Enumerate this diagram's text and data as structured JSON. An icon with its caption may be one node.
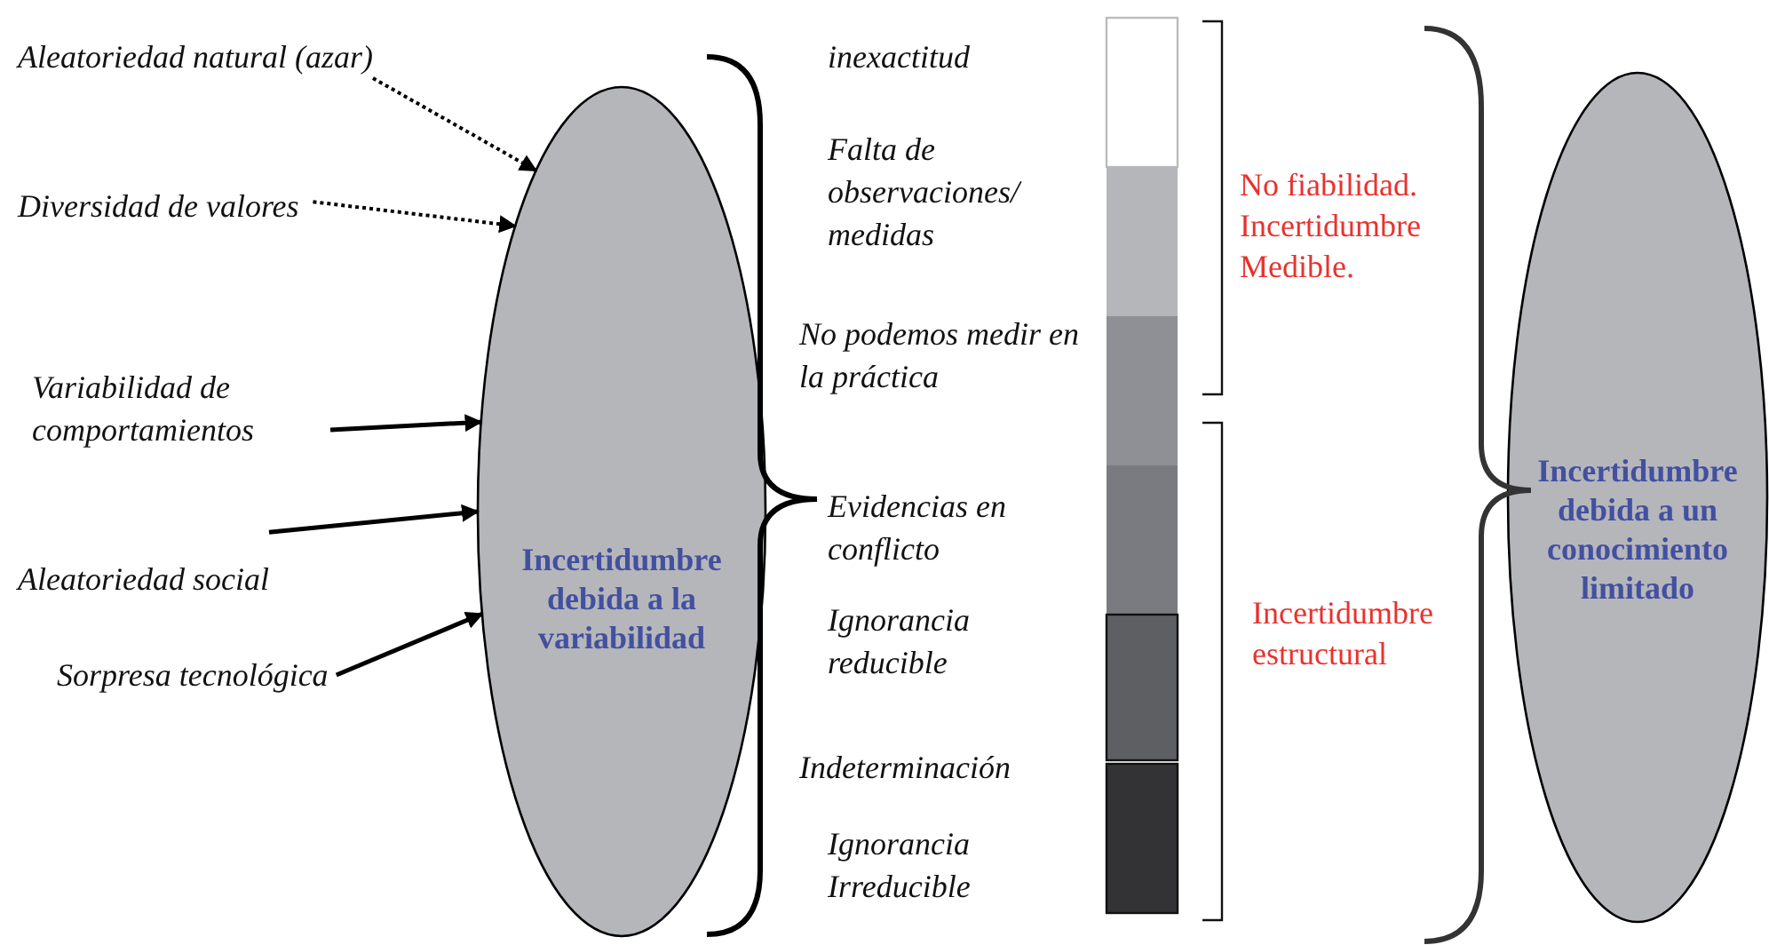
{
  "diagram": {
    "nodes": [
      {
        "text": [
          "Aleatoriedad natural (azar)"
        ]
      },
      {
        "text": [
          "Diversidad de valores"
        ]
      },
      {
        "text": [
          "Variabilidad de comportamientos"
        ]
      },
      {
        "text": [
          "Aleatoriedad social"
        ]
      },
      {
        "text": [
          "Sorpresa tecnológica"
        ]
      },
      {
        "text": [
          "Incertidumbre debida a la variabilidad"
        ]
      },
      {
        "text": [
          "Incertidumbre debida a un conocimiento limitado"
        ]
      }
    ],
    "edges": [
      {
        "from": 0,
        "to": 5,
        "arrow": "to",
        "style": "dashed"
      },
      {
        "from": 1,
        "to": 5,
        "arrow": "to",
        "style": "dashed"
      },
      {
        "from": 2,
        "to": 5,
        "arrow": "to"
      },
      {
        "from": 3,
        "to": 5,
        "arrow": "to"
      },
      {
        "from": 4,
        "to": 5,
        "arrow": "to"
      }
    ],
    "labels": [
      "inexactitud",
      "Falta de observaciones/ medidas",
      "No podemos medir en la práctica",
      "Evidencias en conflicto",
      "Ignorancia reducible",
      "Indeterminación",
      "Ignorancia Irreducible",
      "No fiabilidad. Incertidumbre Medible.",
      "Incertidumbre estructural"
    ]
  }
}
